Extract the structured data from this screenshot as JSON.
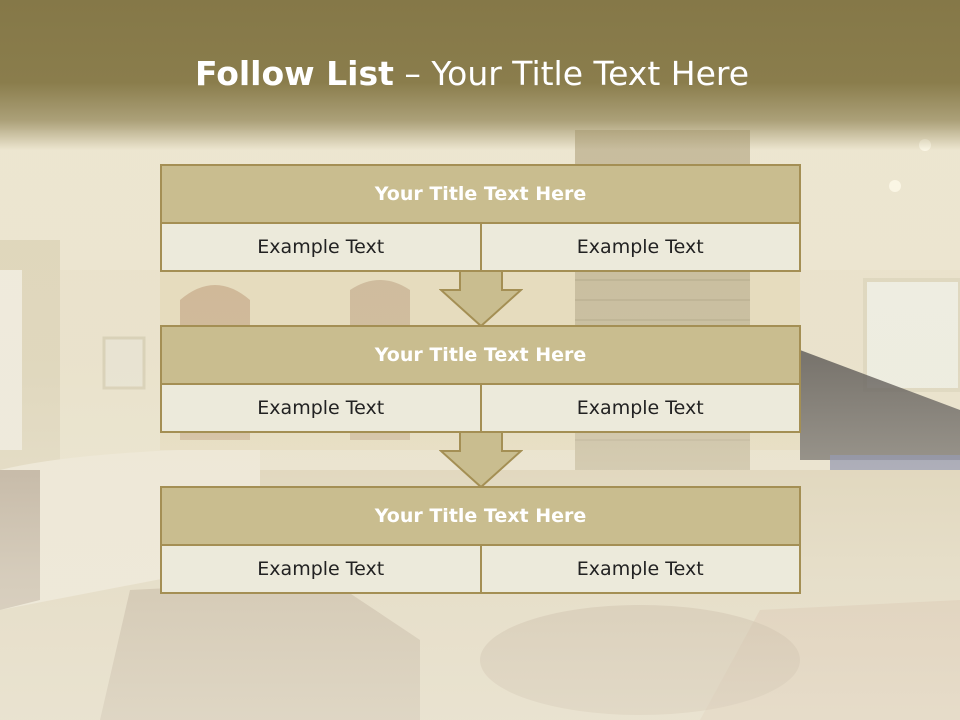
{
  "slide": {
    "title_bold": "Follow List",
    "title_rest": " – Your Title Text Here",
    "boxes": [
      {
        "title": "Your Title Text Here",
        "cells": [
          "Example Text",
          "Example Text"
        ]
      },
      {
        "title": "Your Title Text Here",
        "cells": [
          "Example Text",
          "Example Text"
        ]
      },
      {
        "title": "Your Title Text Here",
        "cells": [
          "Example Text",
          "Example Text"
        ]
      }
    ]
  },
  "colors": {
    "title_band": "#857848",
    "box_header": "#c9bd8f",
    "box_border": "#a48f54",
    "box_body": "#eceadb",
    "arrow_fill": "#c9bd8f"
  },
  "background": {
    "subject": "living-room-photo"
  }
}
